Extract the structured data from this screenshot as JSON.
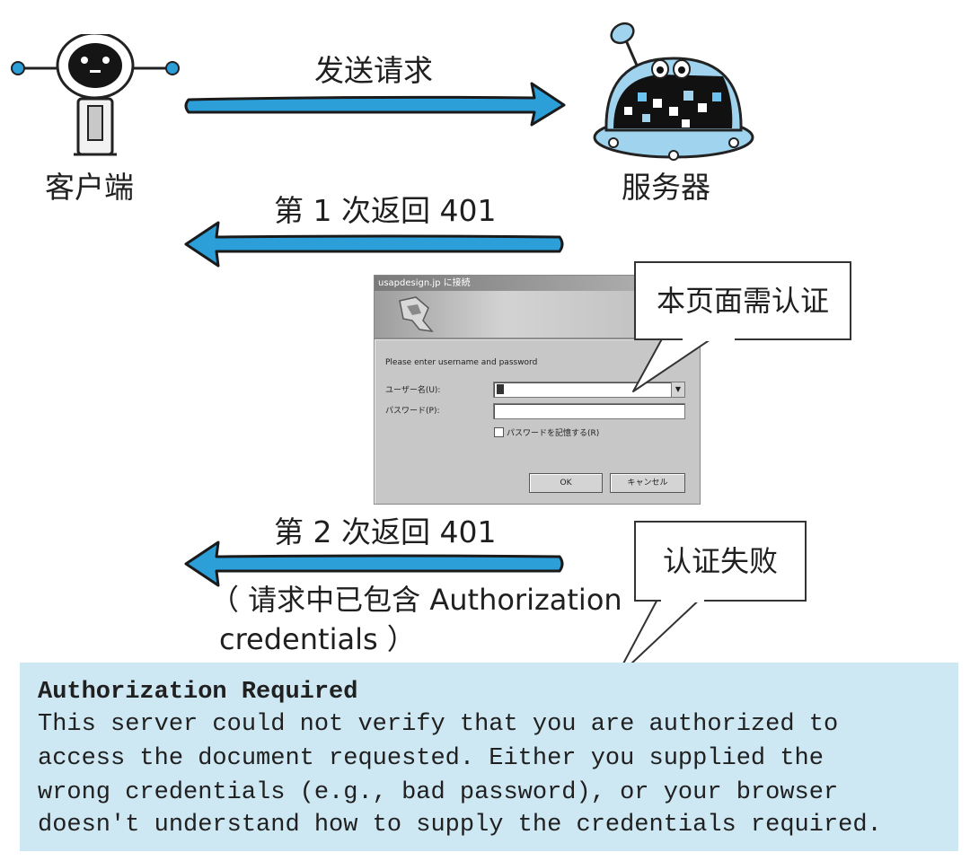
{
  "top": {
    "send_request_label": "发送请求",
    "client_label": "客户端",
    "server_label": "服务器"
  },
  "first_return_label": "第 1 次返回 401",
  "dialog": {
    "title": "usapdesign.jp に接続",
    "prompt": "Please enter username and password",
    "username_label": "ユーザー名(U):",
    "password_label": "パスワード(P):",
    "remember_label": "パスワードを記憶する(R)",
    "ok_label": "OK",
    "cancel_label": "キャンセル"
  },
  "callout_auth_required": "本页面需认证",
  "second_return_label": "第 2 次返回 401",
  "second_return_note_line1": "（ 请求中已包含 Authorization",
  "second_return_note_line2": "credentials ）",
  "callout_auth_failed": "认证失败",
  "error_page": {
    "title": "Authorization Required",
    "lines": [
      "This server could not verify that you are authorized to",
      "access the document requested. Either you supplied the",
      "wrong credentials (e.g., bad password), or your browser",
      "doesn't understand how to supply the credentials required."
    ]
  },
  "colors": {
    "arrow_fill": "#2c9ed8",
    "arrow_outline": "#1a1a1a",
    "error_box_bg": "#cde7f3",
    "server_body": "#9fd3ee"
  },
  "icons": [
    "client-robot-icon",
    "server-robot-icon",
    "dialog-key-icon",
    "dropdown-arrow-icon"
  ]
}
